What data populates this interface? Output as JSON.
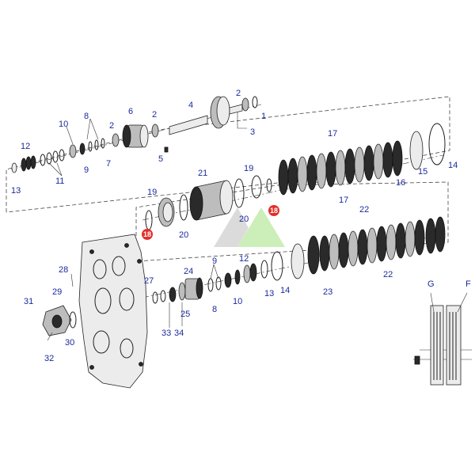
{
  "callouts": {
    "c1": "1",
    "c2a": "2",
    "c2b": "2",
    "c2c": "2",
    "c3": "3",
    "c4": "4",
    "c5": "5",
    "c6": "6",
    "c7": "7",
    "c8a": "8",
    "c8b": "8",
    "c9a": "9",
    "c9b": "9",
    "c10a": "10",
    "c10b": "10",
    "c11": "11",
    "c12a": "12",
    "c12b": "12",
    "c13a": "13",
    "c13b": "13",
    "c14a": "14",
    "c14b": "14",
    "c15": "15",
    "c16": "16",
    "c17a": "17",
    "c17b": "17",
    "c18a": "18",
    "c18b": "18",
    "c19a": "19",
    "c19b": "19",
    "c20a": "20",
    "c20b": "20",
    "c21": "21",
    "c22a": "22",
    "c22b": "22",
    "c23": "23",
    "c24": "24",
    "c25": "25",
    "c27": "27",
    "c28": "28",
    "c29": "29",
    "c30": "30",
    "c31": "31",
    "c32": "32",
    "c33": "33",
    "c34": "34",
    "cG": "G",
    "cF": "F"
  },
  "colors": {
    "callout_text": "#1b2a9c",
    "callout_highlight": "#e0302a",
    "watermark_green": "#6fcf3a"
  }
}
